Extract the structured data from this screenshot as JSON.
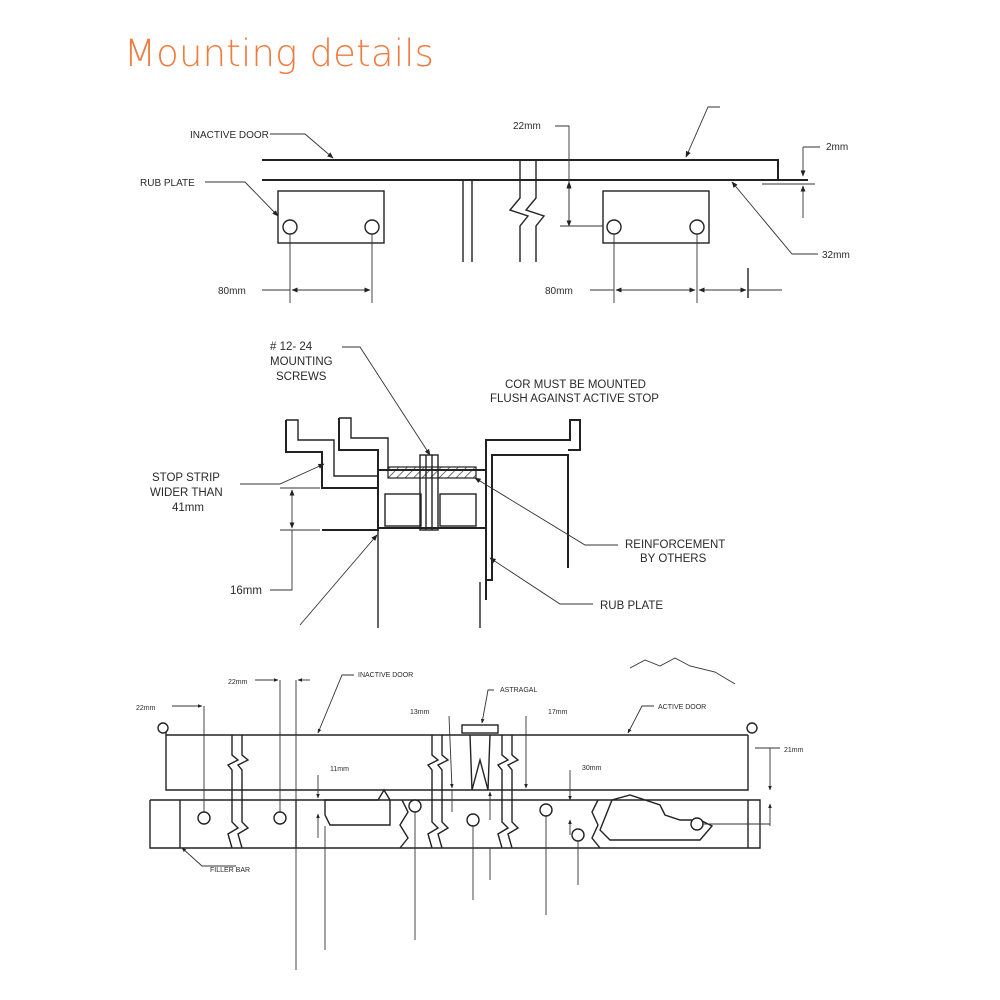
{
  "title": "Mounting details",
  "colors": {
    "title": "#f07b3f",
    "line": "#222222"
  },
  "diagram1": {
    "inactive_door": "INACTIVE DOOR",
    "rub_plate": "RUB PLATE",
    "dim_22mm": "22mm",
    "dim_2mm": "2mm",
    "dim_32mm": "32mm",
    "dim_80mm_left": "80mm",
    "dim_80mm_right": "80mm"
  },
  "diagram2": {
    "screws_line1": "# 12- 24",
    "screws_line2": "MOUNTING",
    "screws_line3": "SCREWS",
    "cor_line1": "COR MUST BE MOUNTED",
    "cor_line2": "FLUSH AGAINST ACTIVE STOP",
    "stop_line1": "STOP STRIP",
    "stop_line2": "WIDER THAN",
    "stop_line3": "41mm",
    "reinf_line1": "REINFORCEMENT",
    "reinf_line2": "BY OTHERS",
    "rub_plate": "RUB PLATE",
    "dim_16mm": "16mm"
  },
  "diagram3": {
    "inactive_door": "INACTIVE DOOR",
    "astragal": "ASTRAGAL",
    "active_door": "ACTIVE DOOR",
    "filler_bar": "FILLER BAR",
    "dim_22mm_a": "22mm",
    "dim_22mm_b": "22mm",
    "dim_13mm": "13mm",
    "dim_17mm": "17mm",
    "dim_11mm": "11mm",
    "dim_30mm": "30mm",
    "dim_21mm": "21mm"
  }
}
